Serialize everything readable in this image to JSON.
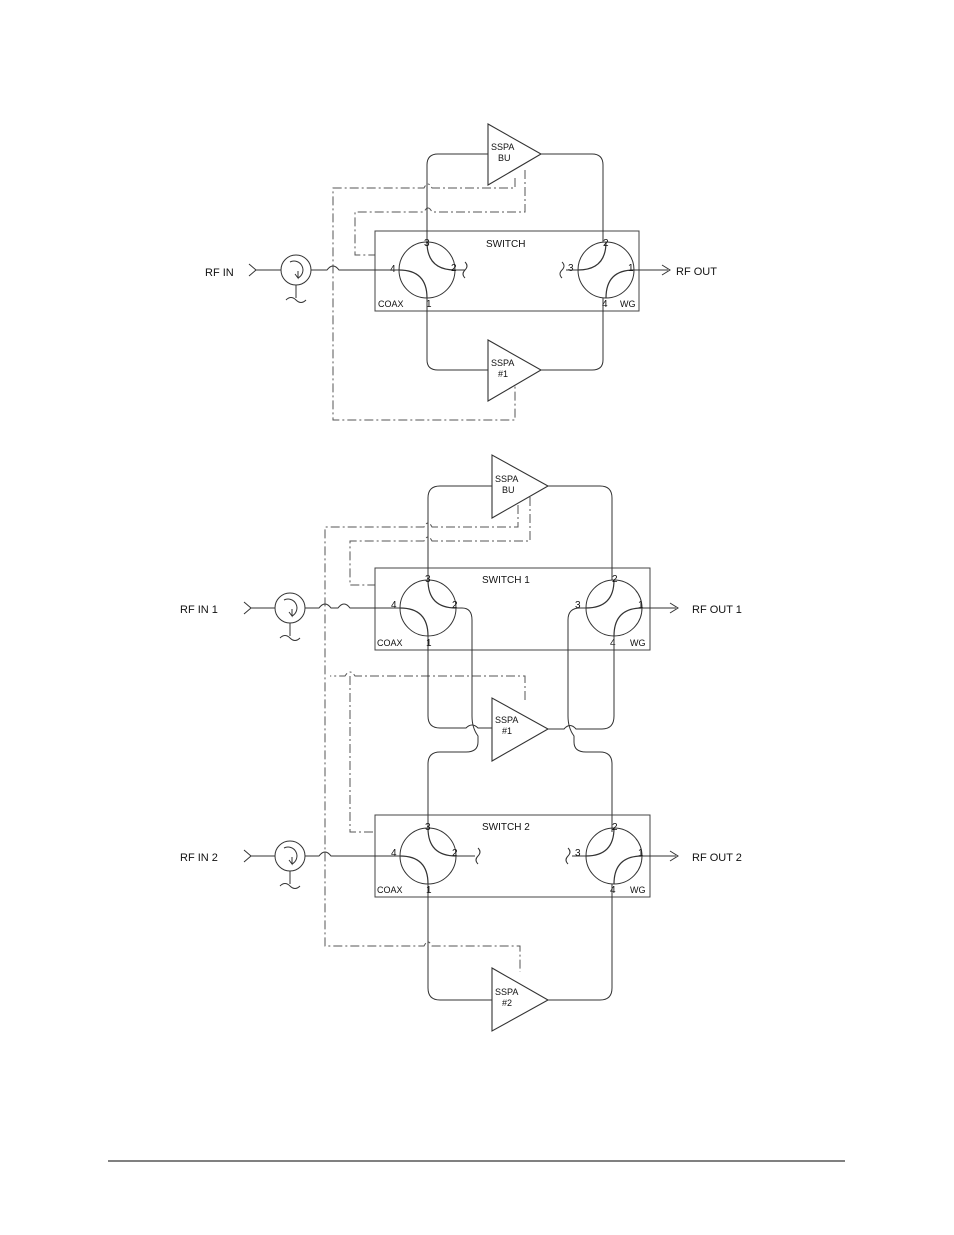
{
  "diagram_top": {
    "rf_in": "RF IN",
    "rf_out": "RF OUT",
    "switch_label": "SWITCH",
    "coax": "COAX",
    "wg": "WG",
    "amp_bu_line1": "SSPA",
    "amp_bu_line2": "BU",
    "amp_1_line1": "SSPA",
    "amp_1_line2": "#1",
    "left_ports": {
      "p3": "3",
      "p4": "4",
      "p2": "2",
      "p1": "1"
    },
    "right_ports": {
      "p2": "2",
      "p3": "3",
      "p1": "1",
      "p4": "4"
    }
  },
  "diagram_bottom": {
    "rf_in_1": "RF IN 1",
    "rf_out_1": "RF OUT 1",
    "rf_in_2": "RF IN 2",
    "rf_out_2": "RF OUT 2",
    "switch1_label": "SWITCH 1",
    "switch2_label": "SWITCH 2",
    "coax": "COAX",
    "wg": "WG",
    "amp_bu_line1": "SSPA",
    "amp_bu_line2": "BU",
    "amp_1_line1": "SSPA",
    "amp_1_line2": "#1",
    "amp_2_line1": "SSPA",
    "amp_2_line2": "#2",
    "ports": {
      "p1": "1",
      "p2": "2",
      "p3": "3",
      "p4": "4"
    }
  }
}
